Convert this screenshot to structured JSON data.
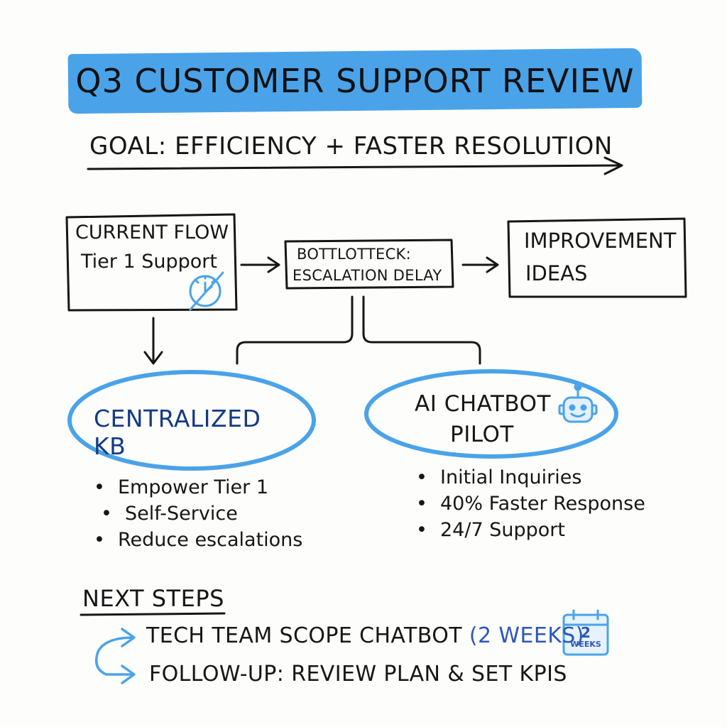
{
  "title": "Q3 CUSTOMER SUPPORT REVIEW",
  "goal": "GOAL: EFFICIENCY + FASTER RESOLUTION",
  "flow": {
    "current_line1": "CURRENT FLOW",
    "current_line2": "Tier 1 Support",
    "bottleneck_line1": "BOTTLOTTECK:",
    "bottleneck_line2": "ESCALATION DELAY",
    "improvement_line1": "IMPROVEMENT",
    "improvement_line2": "IDEAS"
  },
  "kb": {
    "label": "CENTRALIZED KB",
    "bullets": [
      "Empower Tier 1",
      "Self-Service",
      "Reduce escalations"
    ]
  },
  "chatbot": {
    "label_line1": "AI CHATBOT",
    "label_line2": "PILOT",
    "bullets": [
      "Initial Inquiries",
      "40% Faster Response",
      "24/7 Support"
    ]
  },
  "next_steps": {
    "title": "NEXT STEPS",
    "step1": "TECH TEAM SCOPE CHATBOT",
    "step1_duration": "(2 WEEKS)",
    "step2": "FOLLOW-UP: REVIEW PLAN & SET KPIS",
    "calendar_number": "2",
    "calendar_label": "WEEKS"
  },
  "colors": {
    "accent": "#4aa3e8",
    "ink": "#161616",
    "dark_blue": "#2d57b8"
  },
  "icons": [
    "clock-slashed-icon",
    "robot-icon",
    "calendar-icon"
  ]
}
